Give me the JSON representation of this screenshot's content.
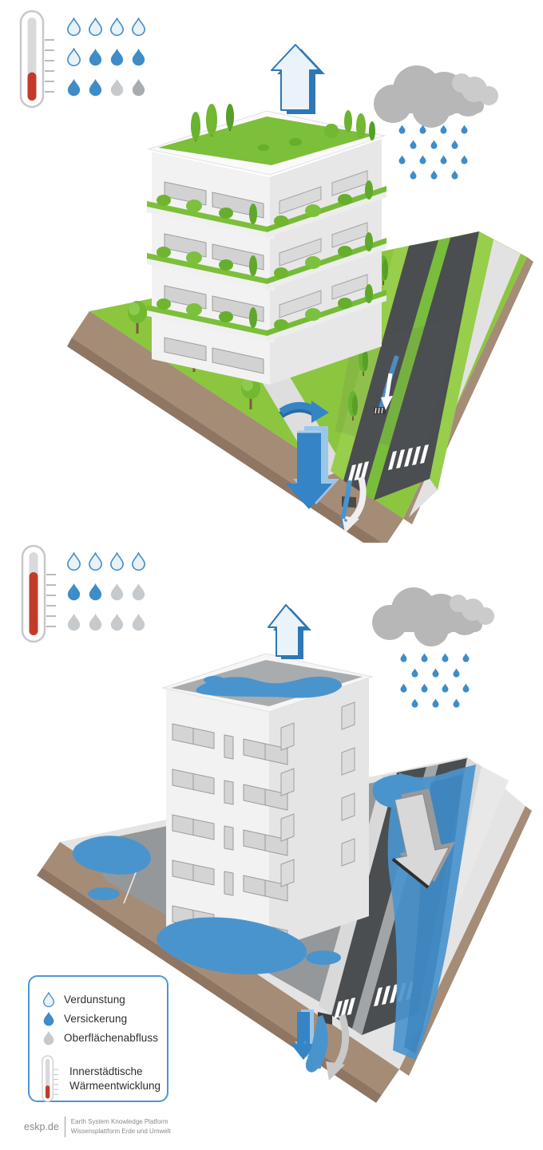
{
  "colors": {
    "water_blue": "#3E8CC8",
    "water_fill": "#4A94CE",
    "water_dark": "#3B82BC",
    "arrow_blue": "#3584C6",
    "arrow_blue_dark": "#2E77B5",
    "arrow_light_fill": "#EAF3FA",
    "drop_outline_fill": "#E9F2F8",
    "drop_outline_stroke": "#4A90C8",
    "drop_gray": "#C7CACC",
    "drop_gray_dark": "#A9ACAE",
    "thermo_red": "#C23B2A",
    "thermo_tube": "#D8DADB",
    "lawn_green": "#8CC63E",
    "lawn_green_dark": "#6FB52F",
    "street_gray": "#4B4E50",
    "sidewalk_gray": "#E2E2E2",
    "soil_brown": "#A58C77",
    "soil_brown_dark": "#8F7663",
    "building_white": "#F2F2F2",
    "building_side": "#E5E5E5",
    "cloud_gray": "#B7B7B7",
    "cloud_light": "#CBCBCB",
    "legend_border": "#4D96D4",
    "footer_text": "#8A8A8A"
  },
  "scenes": [
    {
      "id": "greened-city",
      "thermometer_level_pct": 34,
      "droplet_rows": [
        [
          "outline",
          "outline",
          "outline",
          "outline"
        ],
        [
          "outline",
          "filled",
          "filled",
          "filled"
        ],
        [
          "filled",
          "filled",
          "gray",
          "gray-dark"
        ]
      ],
      "rain_pattern": [
        4,
        3,
        4,
        3
      ],
      "icons": [
        "thermometer-icon",
        "droplet-grid",
        "evaporation-up-arrow",
        "rain-cloud",
        "infiltration-down-arrow",
        "runoff-curve-arrow",
        "street-drain"
      ]
    },
    {
      "id": "sealed-city",
      "thermometer_level_pct": 76,
      "droplet_rows": [
        [
          "outline",
          "outline",
          "outline",
          "outline"
        ],
        [
          "filled",
          "filled",
          "gray",
          "gray"
        ],
        [
          "gray",
          "gray",
          "gray",
          "gray"
        ]
      ],
      "rain_pattern": [
        4,
        3,
        4,
        3
      ],
      "icons": [
        "thermometer-icon",
        "droplet-grid",
        "evaporation-up-arrow",
        "rain-cloud",
        "runoff-down-arrow",
        "overflowing-drain",
        "infiltration-down-arrow-small"
      ]
    }
  ],
  "legend": {
    "items": [
      {
        "icon": "outline",
        "label": "Verdunstung"
      },
      {
        "icon": "filled",
        "label": "Versickerung"
      },
      {
        "icon": "gray",
        "label": "Oberflächenabfluss"
      }
    ],
    "thermometer": {
      "icon": "thermometer-icon",
      "level_pct": 33,
      "label_lines": [
        "Innerstädtische",
        "Wärmeentwicklung"
      ]
    }
  },
  "footer": {
    "logo": "eskp.de",
    "tagline_line1": "Earth System Knowledge Platform",
    "tagline_line2": "Wissensplattform Erde und Umwelt"
  }
}
